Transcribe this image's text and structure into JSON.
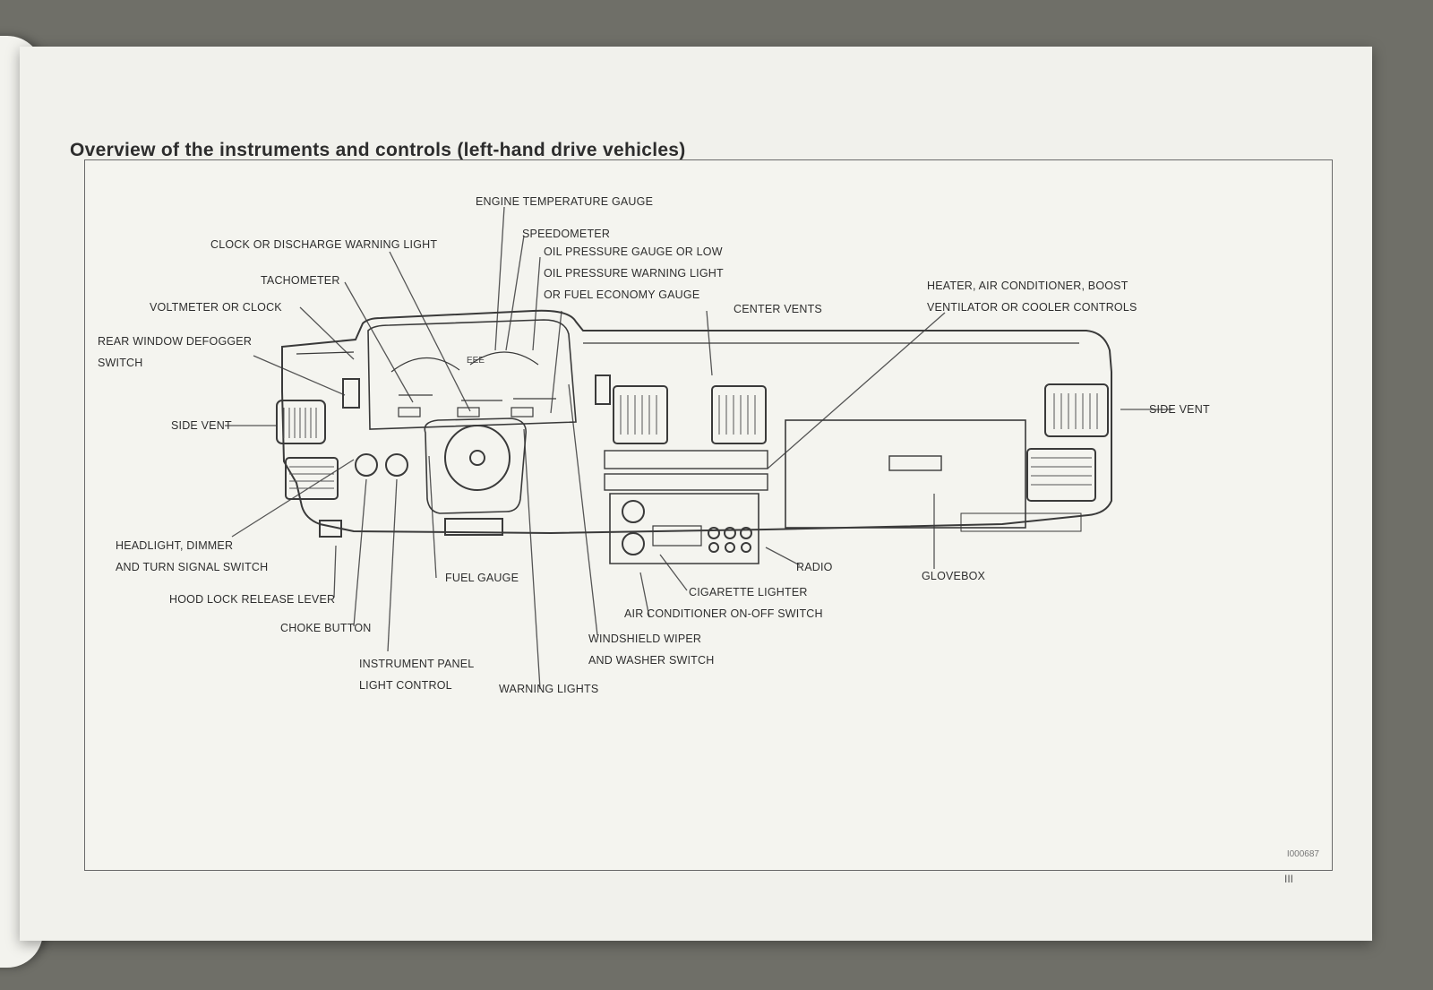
{
  "page_title": "Overview of the instruments and controls (left-hand drive vehicles)",
  "labels": {
    "engine_temp_gauge": "ENGINE TEMPERATURE GAUGE",
    "clock_discharge": "CLOCK OR DISCHARGE WARNING LIGHT",
    "speedometer": "SPEEDOMETER",
    "oil_pressure_1": "OIL PRESSURE GAUGE OR LOW",
    "oil_pressure_2": "OIL PRESSURE WARNING LIGHT",
    "oil_pressure_3": "OR FUEL ECONOMY GAUGE",
    "tachometer": "TACHOMETER",
    "voltmeter": "VOLTMETER OR CLOCK",
    "rear_defogger_1": "REAR WINDOW DEFOGGER",
    "rear_defogger_2": "SWITCH",
    "center_vents": "CENTER VENTS",
    "heater_controls_1": "HEATER, AIR CONDITIONER, BOOST",
    "heater_controls_2": "VENTILATOR OR COOLER CONTROLS",
    "side_vent_left": "SIDE VENT",
    "side_vent_right": "SIDE VENT",
    "headlight_1": "HEADLIGHT, DIMMER",
    "headlight_2": "AND TURN SIGNAL SWITCH",
    "hood_lock": "HOOD LOCK RELEASE LEVER",
    "choke": "CHOKE BUTTON",
    "instrument_light_1": "INSTRUMENT PANEL",
    "instrument_light_2": "LIGHT CONTROL",
    "fuel_gauge": "FUEL GAUGE",
    "warning_lights": "WARNING LIGHTS",
    "wiper_1": "WINDSHIELD WIPER",
    "wiper_2": "AND WASHER SWITCH",
    "ac_switch": "AIR CONDITIONER ON-OFF SWITCH",
    "cigarette": "CIGARETTE LIGHTER",
    "radio": "RADIO",
    "glovebox": "GLOVEBOX"
  },
  "figure_code": "I000687",
  "page_number": "III"
}
